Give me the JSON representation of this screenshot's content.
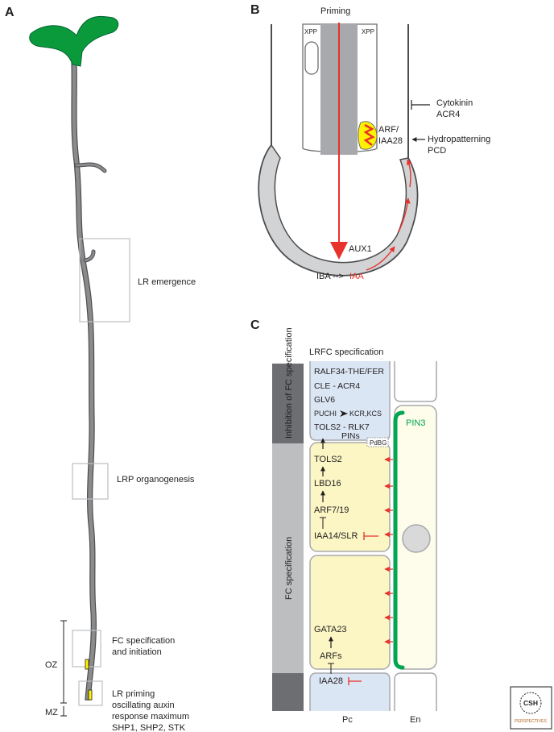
{
  "panels": {
    "a": "A",
    "b": "B",
    "c": "C"
  },
  "panel_a": {
    "lr_emergence": "LR emergence",
    "lrp_organogenesis": "LRP organogenesis",
    "fc_spec_line1": "FC specification",
    "fc_spec_line2": "and initiation",
    "oz": "OZ",
    "mz": "MZ",
    "priming_line1": "LR priming",
    "priming_line2": "oscillating auxin",
    "priming_line3": "response maximum",
    "priming_line4": "SHP1, SHP2, STK"
  },
  "panel_b": {
    "priming": "Priming",
    "xpp_left": "XPP",
    "xpp_right": "XPP",
    "arf": "ARF/",
    "iaa28": "IAA28",
    "cytokinin": "Cytokinin",
    "acr4": "ACR4",
    "hydropatterning": "Hydropatterning",
    "pcd": "PCD",
    "aux1": "AUX1",
    "iba": "IBA -->",
    "iaa": "IAA"
  },
  "panel_c": {
    "title": "LRFC specification",
    "inhibition_label": "Inhibition of FC specification",
    "fc_label": "FC specification",
    "ralf": "RALF34-THE/FER",
    "cle": "CLE - ACR4",
    "glv6": "GLV6",
    "puchi": "PUCHI",
    "kcr": "KCR,KCS",
    "tols2_rlk7": "TOLS2 - RLK7",
    "pins": "PINs",
    "pdbg": "PdBG",
    "pin3": "PIN3",
    "tols2": "TOLS2",
    "lbd16": "LBD16",
    "arf719": "ARF7/19",
    "iaa14": "IAA14/SLR",
    "gata23": "GATA23",
    "arfs": "ARFs",
    "iaa28": "IAA28",
    "pc": "Pc",
    "en": "En"
  },
  "logo": {
    "line1": "CSH",
    "line2": "PERSPECTIVES"
  },
  "colors": {
    "leaf_green": "#0a9a3c",
    "root_gray": "#8a8b8d",
    "auxin_red": "#e8322b",
    "pin3_green": "#00a651",
    "pericycle_blue": "#dbe6f4",
    "pericycle_yellow": "#fbf6c4",
    "endodermis_yellow": "#fefceb",
    "bar_dark": "#6d6e71",
    "bar_light": "#bcbec0",
    "arf_yellow": "#fff200"
  }
}
